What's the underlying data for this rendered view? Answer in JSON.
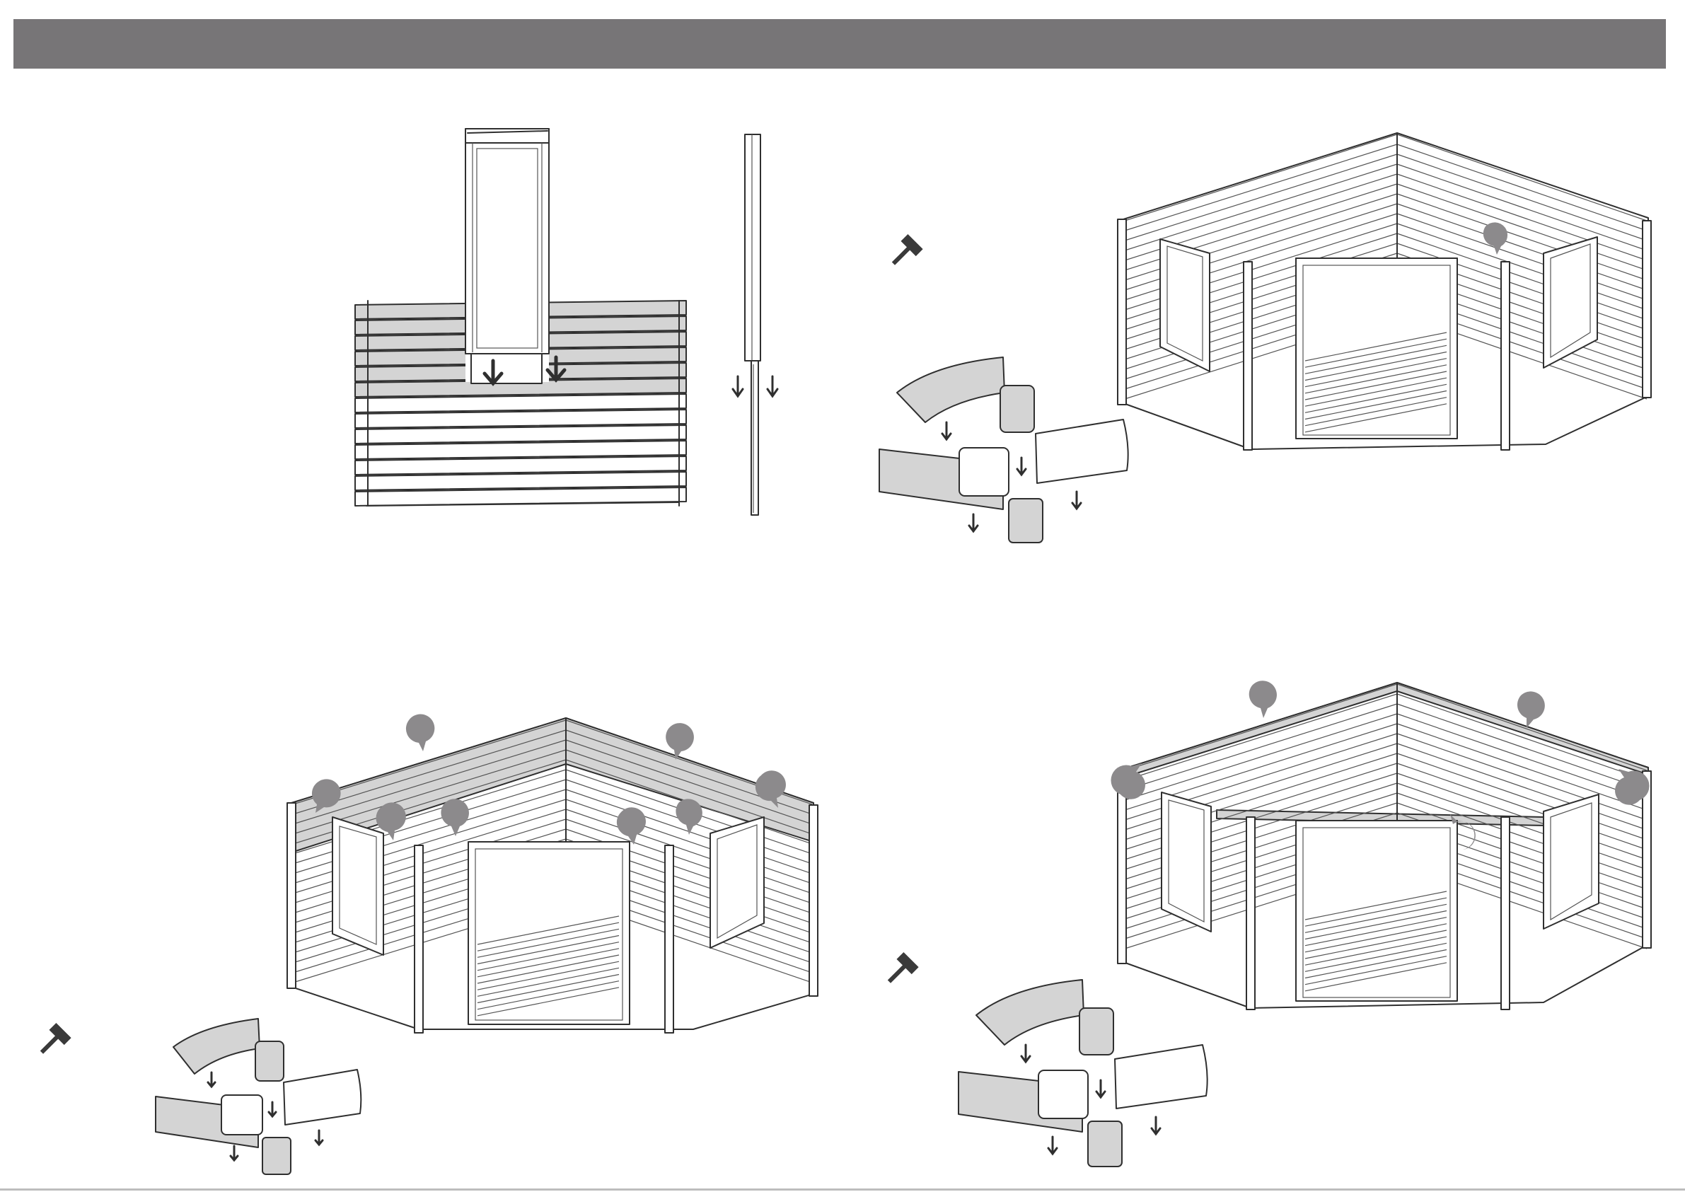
{
  "header": {
    "color": "#777577"
  },
  "steps": [
    {
      "name": "window-insertion",
      "items": [
        "window-frame",
        "wall-panel",
        "fixing-strip"
      ]
    },
    {
      "name": "corner-walls-assembled",
      "items": [
        "hammer-icon",
        "log-joint-detail",
        "cabin-walls",
        "wood-drop-marker"
      ]
    },
    {
      "name": "upper-logs-shaded",
      "items": [
        "hammer-icon",
        "log-joint-detail",
        "cabin-walls",
        "wood-drop-marker"
      ]
    },
    {
      "name": "top-logs-shaded",
      "items": [
        "hammer-icon",
        "log-joint-detail",
        "cabin-walls",
        "wood-drop-marker"
      ]
    }
  ],
  "colors": {
    "shaded_log": "#d4d4d4",
    "marker": "#8c8a8c",
    "outline": "#2f2f2f"
  }
}
